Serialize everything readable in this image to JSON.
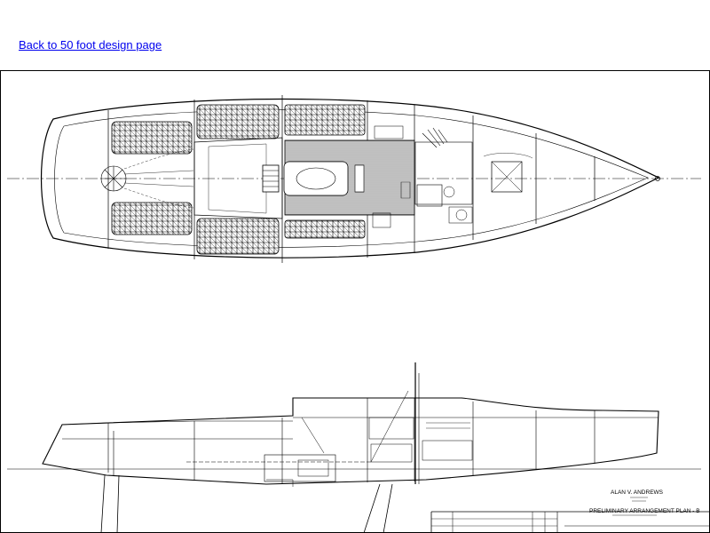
{
  "nav": {
    "back_link": "Back to 50 foot design page"
  },
  "drawing": {
    "designer": "ALAN V. ANDREWS",
    "plan_title": "PRELIMINARY ARRANGEMENT PLAN - B"
  },
  "colors": {
    "link": "#0000ee",
    "line": "#000000",
    "background": "#ffffff"
  }
}
